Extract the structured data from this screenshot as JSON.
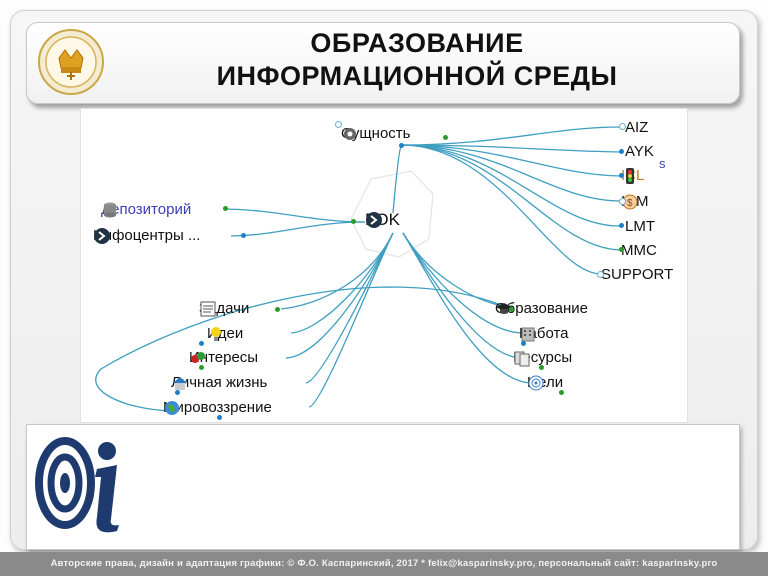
{
  "title": {
    "line1": "ОБРАЗОВАНИЕ",
    "line2": "ИНФОРМАЦИОННОЙ СРЕДЫ"
  },
  "mindmap": {
    "center": "FOK",
    "top_node": "Сущность",
    "left_nodes": [
      "Депозиторий",
      "Инфоцентры ..."
    ],
    "right_nodes": [
      "AIZ",
      "AYK",
      "ICL",
      "ICM",
      "LMT",
      "MMC",
      "SUPPORT"
    ],
    "right_extra": "s",
    "bottom_left": [
      "Задачи",
      "Идеи",
      "Интересы",
      "Личная жизнь",
      "Мировоззрение"
    ],
    "bottom_right": [
      "Образование",
      "Работа",
      "Ресурсы",
      "Цели"
    ]
  },
  "colors": {
    "link": "#3f9fc0",
    "title": "#111111",
    "footer_bg": "#8a8a8a"
  },
  "footer": "Авторские права, дизайн и адаптация графики: © Ф.О. Каспаринский, 2017 * felix@kasparinsky.pro, персональный сайт: kasparinsky.pro"
}
